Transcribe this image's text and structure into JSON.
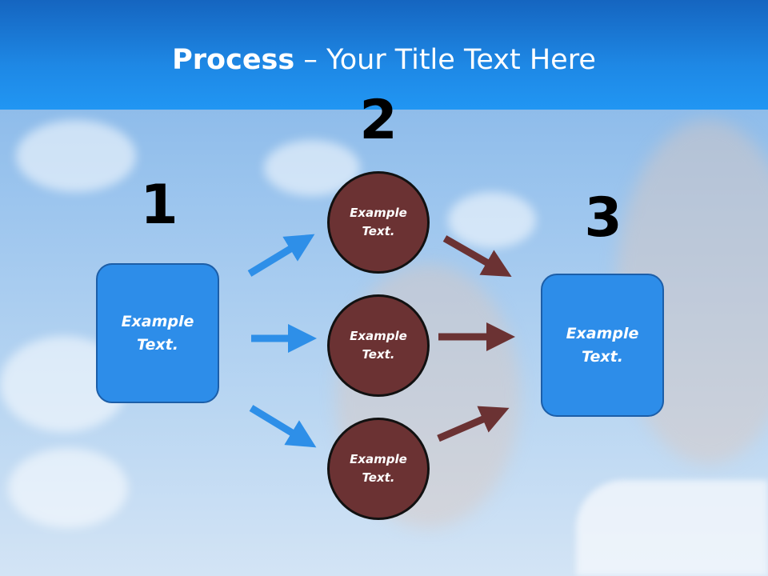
{
  "title": {
    "bold": "Process",
    "rest": " – Your Title Text Here"
  },
  "step_numbers": [
    "1",
    "2",
    "3"
  ],
  "left_box": {
    "label": "Example\nText."
  },
  "right_box": {
    "label": "Example\nText."
  },
  "circles": [
    {
      "label": "Example\nText."
    },
    {
      "label": "Example\nText."
    },
    {
      "label": "Example\nText."
    }
  ],
  "colors": {
    "header": "#1e88e5",
    "box_fill": "#2d8de9",
    "circle_fill": "#6b3233",
    "blue_arrow": "#2e8fe8",
    "brown_arrow": "#6b3233"
  }
}
